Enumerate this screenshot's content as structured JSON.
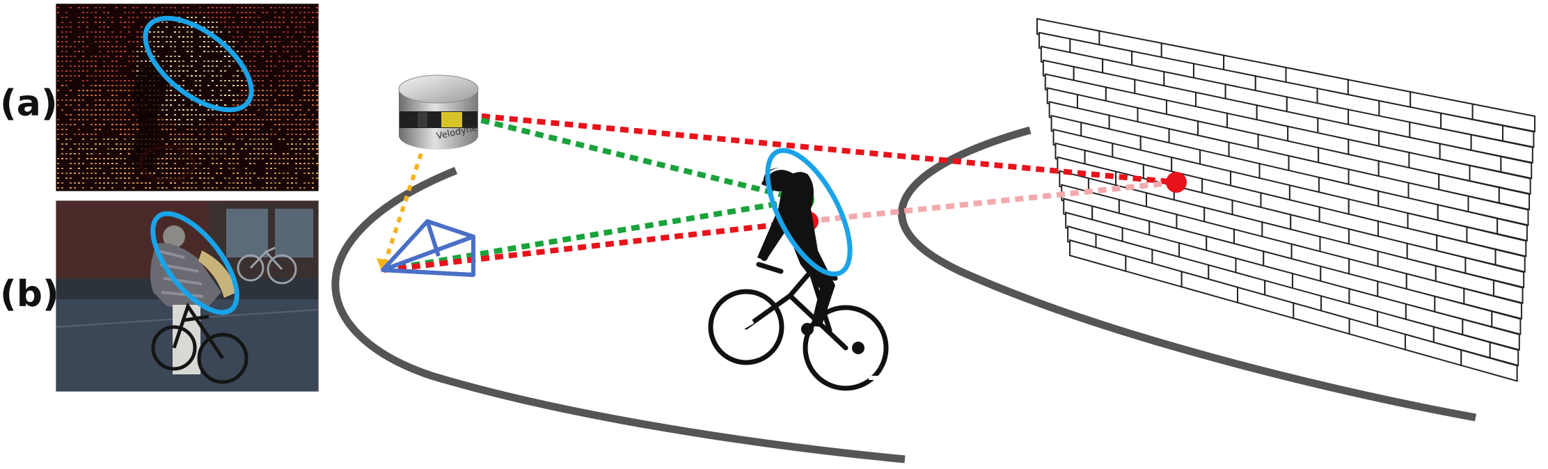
{
  "panels": [
    {
      "label": "(a)",
      "kind": "lidar-depth-image"
    },
    {
      "label": "(b)",
      "kind": "camera-image"
    }
  ],
  "lidar_device_text": "Velodyne",
  "colors": {
    "highlight": "#1aa3e8",
    "ray_wall": "#e8121b",
    "ray_wall_faded": "#f3a9ad",
    "ray_cyclist": "#1aa23c",
    "ray_calib": "#f5b21b",
    "camera": "#4a6fc6",
    "road": "#555555",
    "wall_stroke": "#222222"
  },
  "icons": [
    "velodyne-lidar-icon",
    "camera-frustum-icon",
    "cyclist-icon",
    "brick-wall-icon"
  ]
}
